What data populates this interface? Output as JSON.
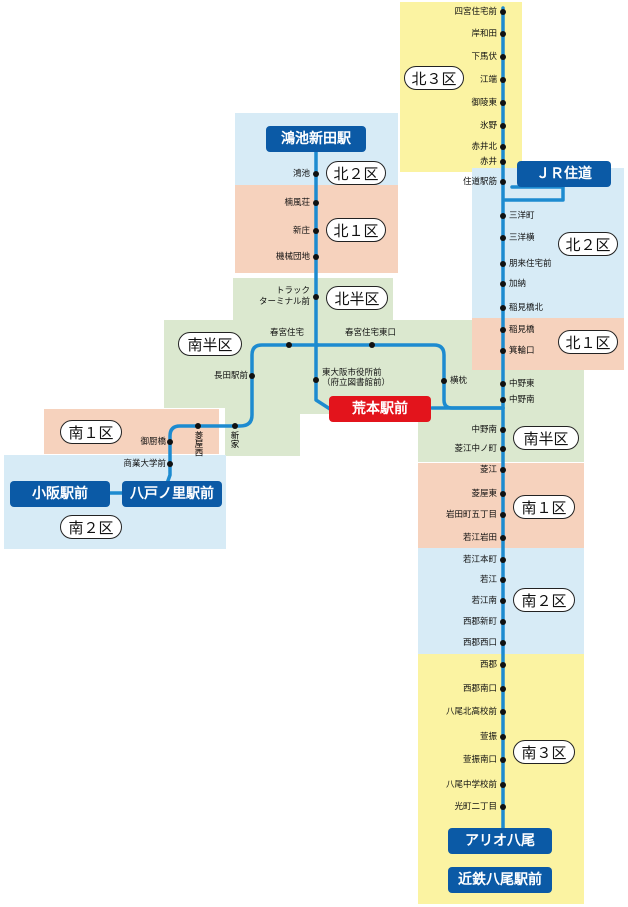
{
  "zones": {
    "kita3": "北３区",
    "kita2_left": "北２区",
    "kita1_left": "北１区",
    "kitahan": "北半区",
    "kita2_right": "北２区",
    "kita1_right": "北１区",
    "minamihan_left": "南半区",
    "minami1_left": "南１区",
    "minami2_left": "南２区",
    "minamihan_right": "南半区",
    "minami1_right": "南１区",
    "minami2_right": "南２区",
    "minami3_right": "南３区"
  },
  "terminals": {
    "konoike": "鴻池新田駅",
    "jr": "ＪＲ住道",
    "aramoto": "荒本駅前",
    "kosaka": "小阪駅前",
    "yaenosato": "八戸ノ里駅前",
    "ario": "アリオ八尾",
    "kintetsu": "近鉄八尾駅前"
  },
  "stations": {
    "s1": "四宮住宅前",
    "s2": "岸和田",
    "s3": "下馬伏",
    "s4": "江端",
    "s5": "御陵東",
    "s6": "氷野",
    "s7": "赤井北",
    "s8": "赤井",
    "s9": "住道駅筋",
    "s10": "三洋町",
    "s11": "三洋横",
    "s12": "朋来住宅前",
    "s13": "加納",
    "s14": "稲見橋北",
    "s15": "稲見橋",
    "s16": "箕輪口",
    "s17": "中野東",
    "s18": "中野南",
    "s19": "中野南",
    "s20": "菱江中ノ町",
    "s21": "菱江",
    "s22": "菱屋東",
    "s23": "岩田町五丁目",
    "s24": "若江岩田",
    "s25": "若江本町",
    "s26": "若江",
    "s27": "若江南",
    "s28": "西郡新町",
    "s29": "西郡西口",
    "s30": "西郡",
    "s31": "西郡南口",
    "s32": "八尾北高校前",
    "s33": "萱振",
    "s34": "萱振南口",
    "s35": "八尾中学校前",
    "s36": "光町二丁目",
    "w1": "鴻池",
    "w2": "楠風荘",
    "w3": "新庄",
    "w4": "機械団地",
    "w5a": "トラック",
    "w5b": "ターミナル前",
    "w6": "春宮住宅",
    "w7": "春宮住宅東口",
    "w8a": "東大阪市役所前",
    "w8b": "（府立図書館前）",
    "w9": "横枕",
    "w10": "長田駅前",
    "w11": "新家",
    "w12": "菱屋西",
    "w13": "御厨橋",
    "w14": "商業大学前"
  }
}
